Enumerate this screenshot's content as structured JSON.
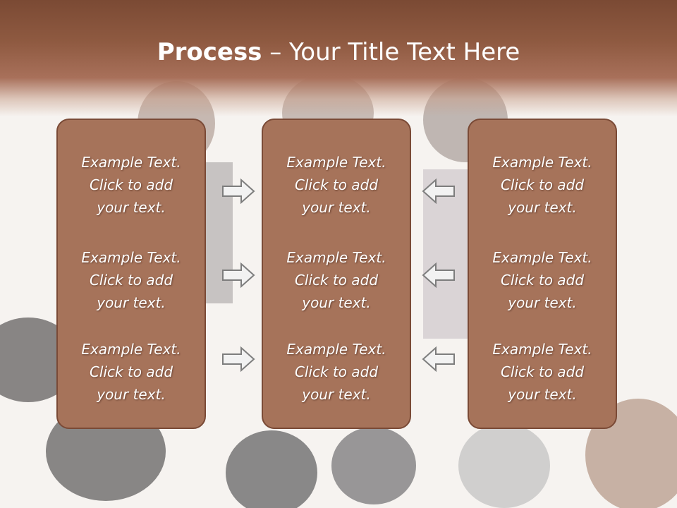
{
  "slide": {
    "title_bold": "Process",
    "title_rest": " – Your Title Text Here"
  },
  "columns": [
    {
      "items": [
        {
          "l1": "Example Text.",
          "l2": "Click  to add",
          "l3": "your text."
        },
        {
          "l1": "Example Text.",
          "l2": "Click  to add",
          "l3": "your text."
        },
        {
          "l1": "Example Text.",
          "l2": "Click  to add",
          "l3": "your text."
        }
      ]
    },
    {
      "items": [
        {
          "l1": "Example Text.",
          "l2": "Click  to add",
          "l3": "your text."
        },
        {
          "l1": "Example Text.",
          "l2": "Click  to add",
          "l3": "your text."
        },
        {
          "l1": "Example Text.",
          "l2": "Click  to add",
          "l3": "your text."
        }
      ]
    },
    {
      "items": [
        {
          "l1": "Example Text.",
          "l2": "Click  to add",
          "l3": "your text."
        },
        {
          "l1": "Example Text.",
          "l2": "Click  to add",
          "l3": "your text."
        },
        {
          "l1": "Example Text.",
          "l2": "Click  to add",
          "l3": "your text."
        }
      ]
    }
  ],
  "arrows": {
    "left_group": "right-arrow-icon",
    "right_group": "left-arrow-icon"
  },
  "colors": {
    "title_band": "#8f5a41",
    "box_fill": "#a6735a",
    "box_border": "#7a4a36",
    "arrow_fill": "#f2f2f2",
    "arrow_stroke": "#7d7d7d"
  }
}
